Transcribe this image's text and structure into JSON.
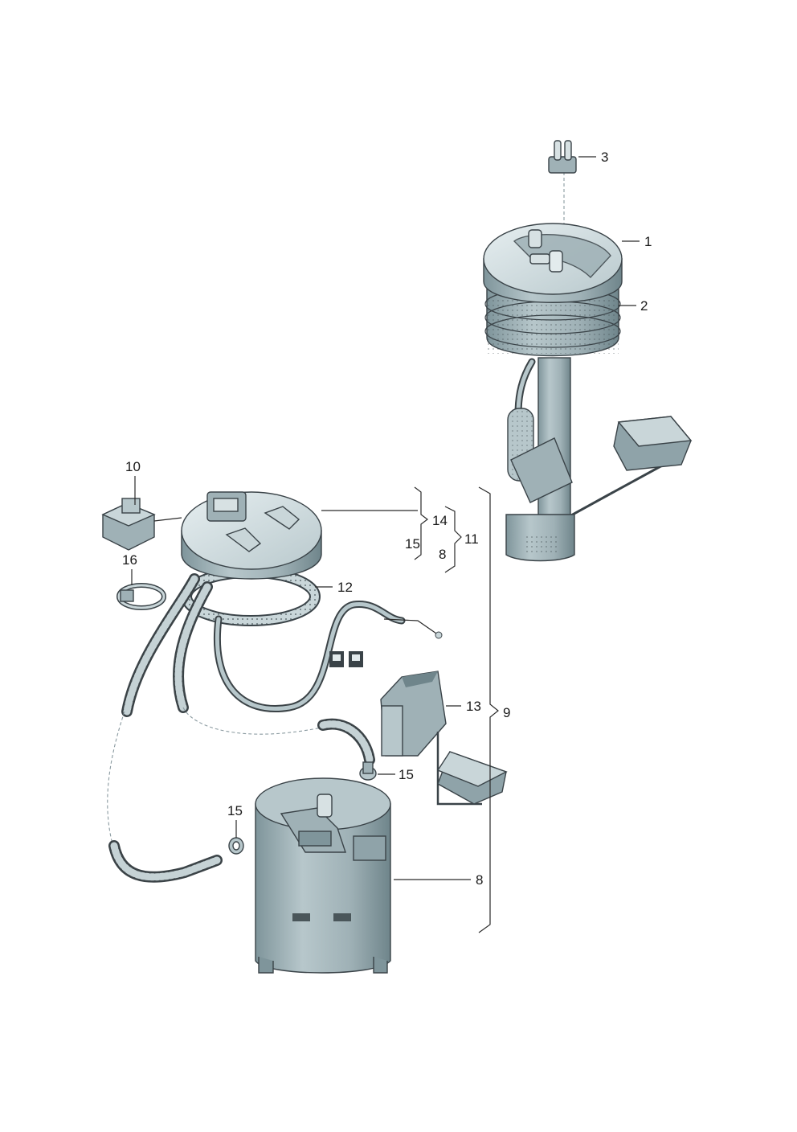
{
  "callouts": {
    "c1": "1",
    "c2": "2",
    "c3": "3",
    "c8a": "8",
    "c8b": "8",
    "c9": "9",
    "c10": "10",
    "c11": "11",
    "c12": "12",
    "c13": "13",
    "c14": "14",
    "c15a": "15",
    "c15b": "15",
    "c15c": "15",
    "c16": "16"
  },
  "colors": {
    "part_fill": "#c9d6d9",
    "part_dark": "#8fa3a9",
    "part_light": "#e3ebed",
    "outline": "#3a4348",
    "callout": "#1a1a1a"
  }
}
